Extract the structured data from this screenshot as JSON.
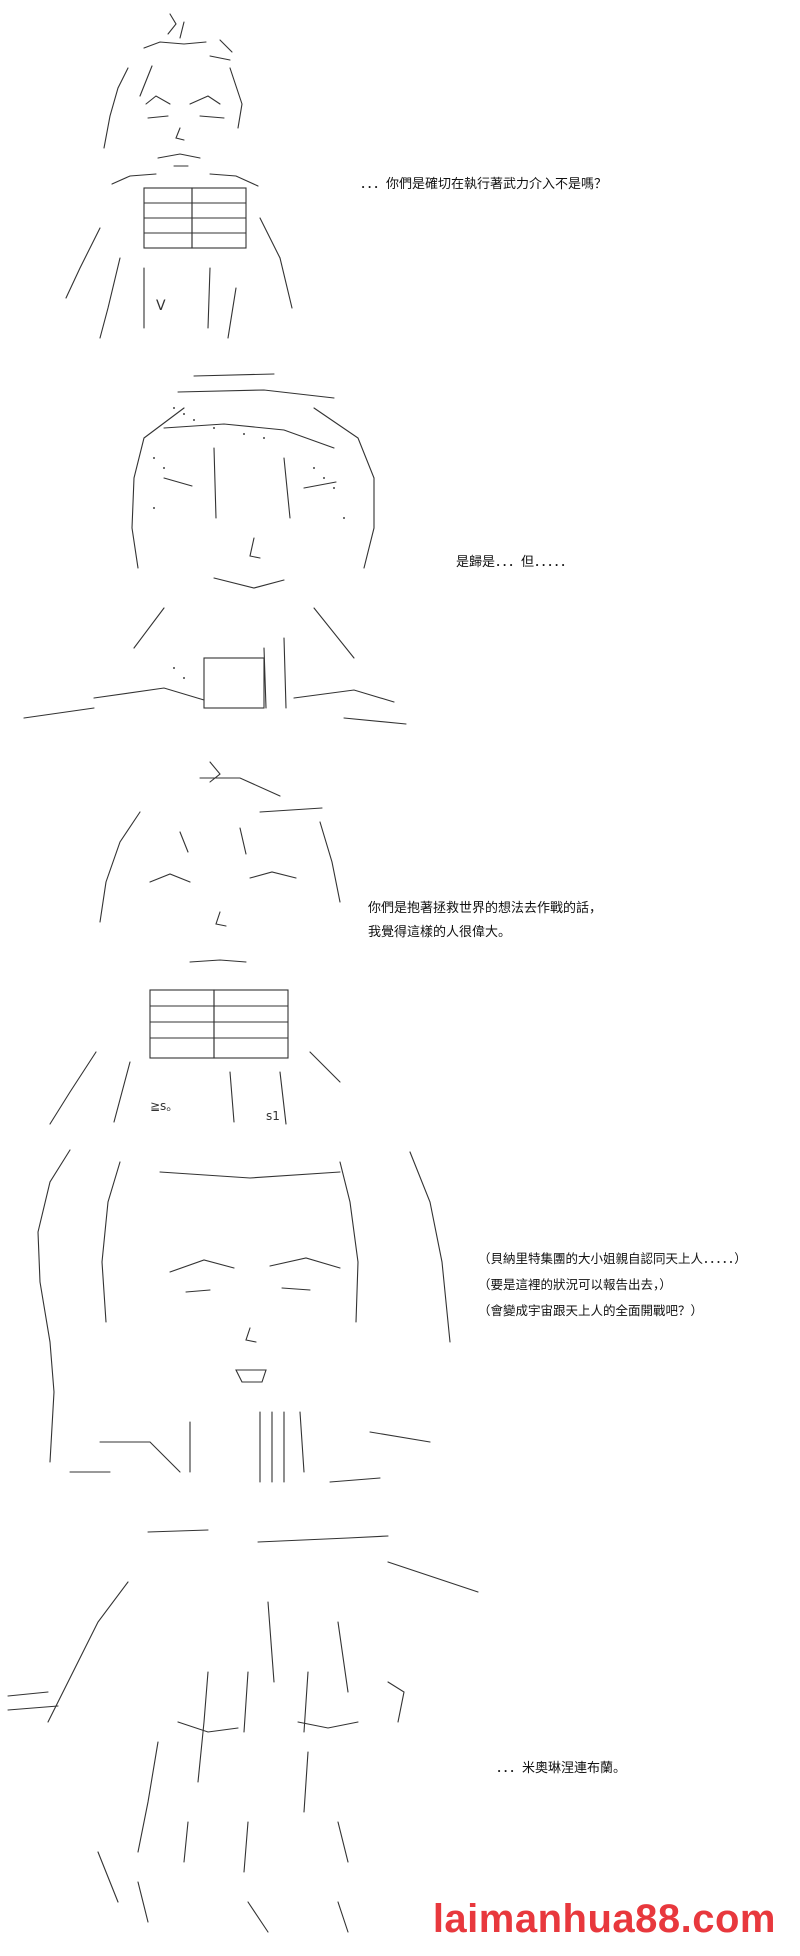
{
  "panels": [
    {
      "lines": [
        "．．．你們是確切在執行著武力介入不是嗎？"
      ]
    },
    {
      "lines": [
        "是歸是．．．但．．．．．"
      ]
    },
    {
      "lines": [
        "你們是抱著拯救世界的想法去作戰的話，",
        "我覺得這樣的人很偉大。"
      ]
    },
    {
      "lines": [
        "（貝納里特集團的大小姐親自認同天上人．．．．．）",
        "（要是這裡的狀況可以報告出去，）",
        "（會變成宇宙跟天上人的全面開戰吧？）"
      ]
    },
    {
      "lines": [
        "．．．米奧琳涅連布蘭。"
      ]
    }
  ],
  "watermark": "laimanhua88.com",
  "colors": {
    "watermark": "#e8383d",
    "ink": "#333333"
  }
}
